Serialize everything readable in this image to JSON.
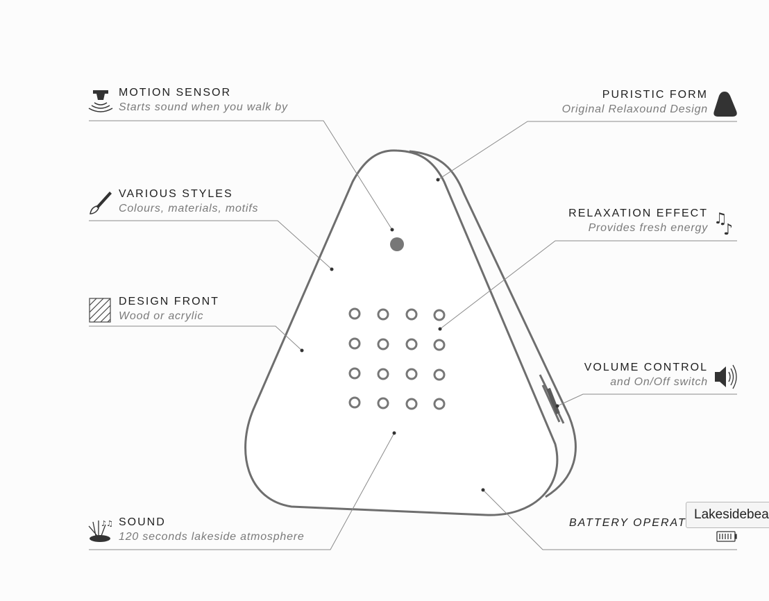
{
  "features": {
    "motion_sensor": {
      "title": "MOTION SENSOR",
      "subtitle": "Starts sound when you walk by",
      "icon": "motion-sensor-icon"
    },
    "various_styles": {
      "title": "VARIOUS STYLES",
      "subtitle": "Colours, materials, motifs",
      "icon": "brush-icon"
    },
    "design_front": {
      "title": "DESIGN FRONT",
      "subtitle": "Wood or acrylic",
      "icon": "hatched-square-icon"
    },
    "sound": {
      "title": "SOUND",
      "subtitle": "120 seconds lakeside atmosphere",
      "icon": "lake-reeds-icon"
    },
    "puristic_form": {
      "title": "PURISTIC FORM",
      "subtitle": "Original Relaxound Design",
      "icon": "triangle-icon"
    },
    "relaxation_effect": {
      "title": "RELAXATION EFFECT",
      "subtitle": "Provides fresh energy",
      "icon": "music-notes-icon"
    },
    "volume_control": {
      "title": "VOLUME CONTROL",
      "subtitle": "and On/Off switch",
      "icon": "speaker-icon"
    },
    "battery": {
      "title": "BATTERY OPERATED",
      "icon": "battery-icon"
    }
  },
  "tooltip": {
    "text": "Lakesidebeat"
  },
  "colors": {
    "device_stroke": "#6e6e6e",
    "leader_line": "#8a8a8a",
    "text_dark": "#1f1f1f",
    "text_muted": "#7a7a7a"
  }
}
